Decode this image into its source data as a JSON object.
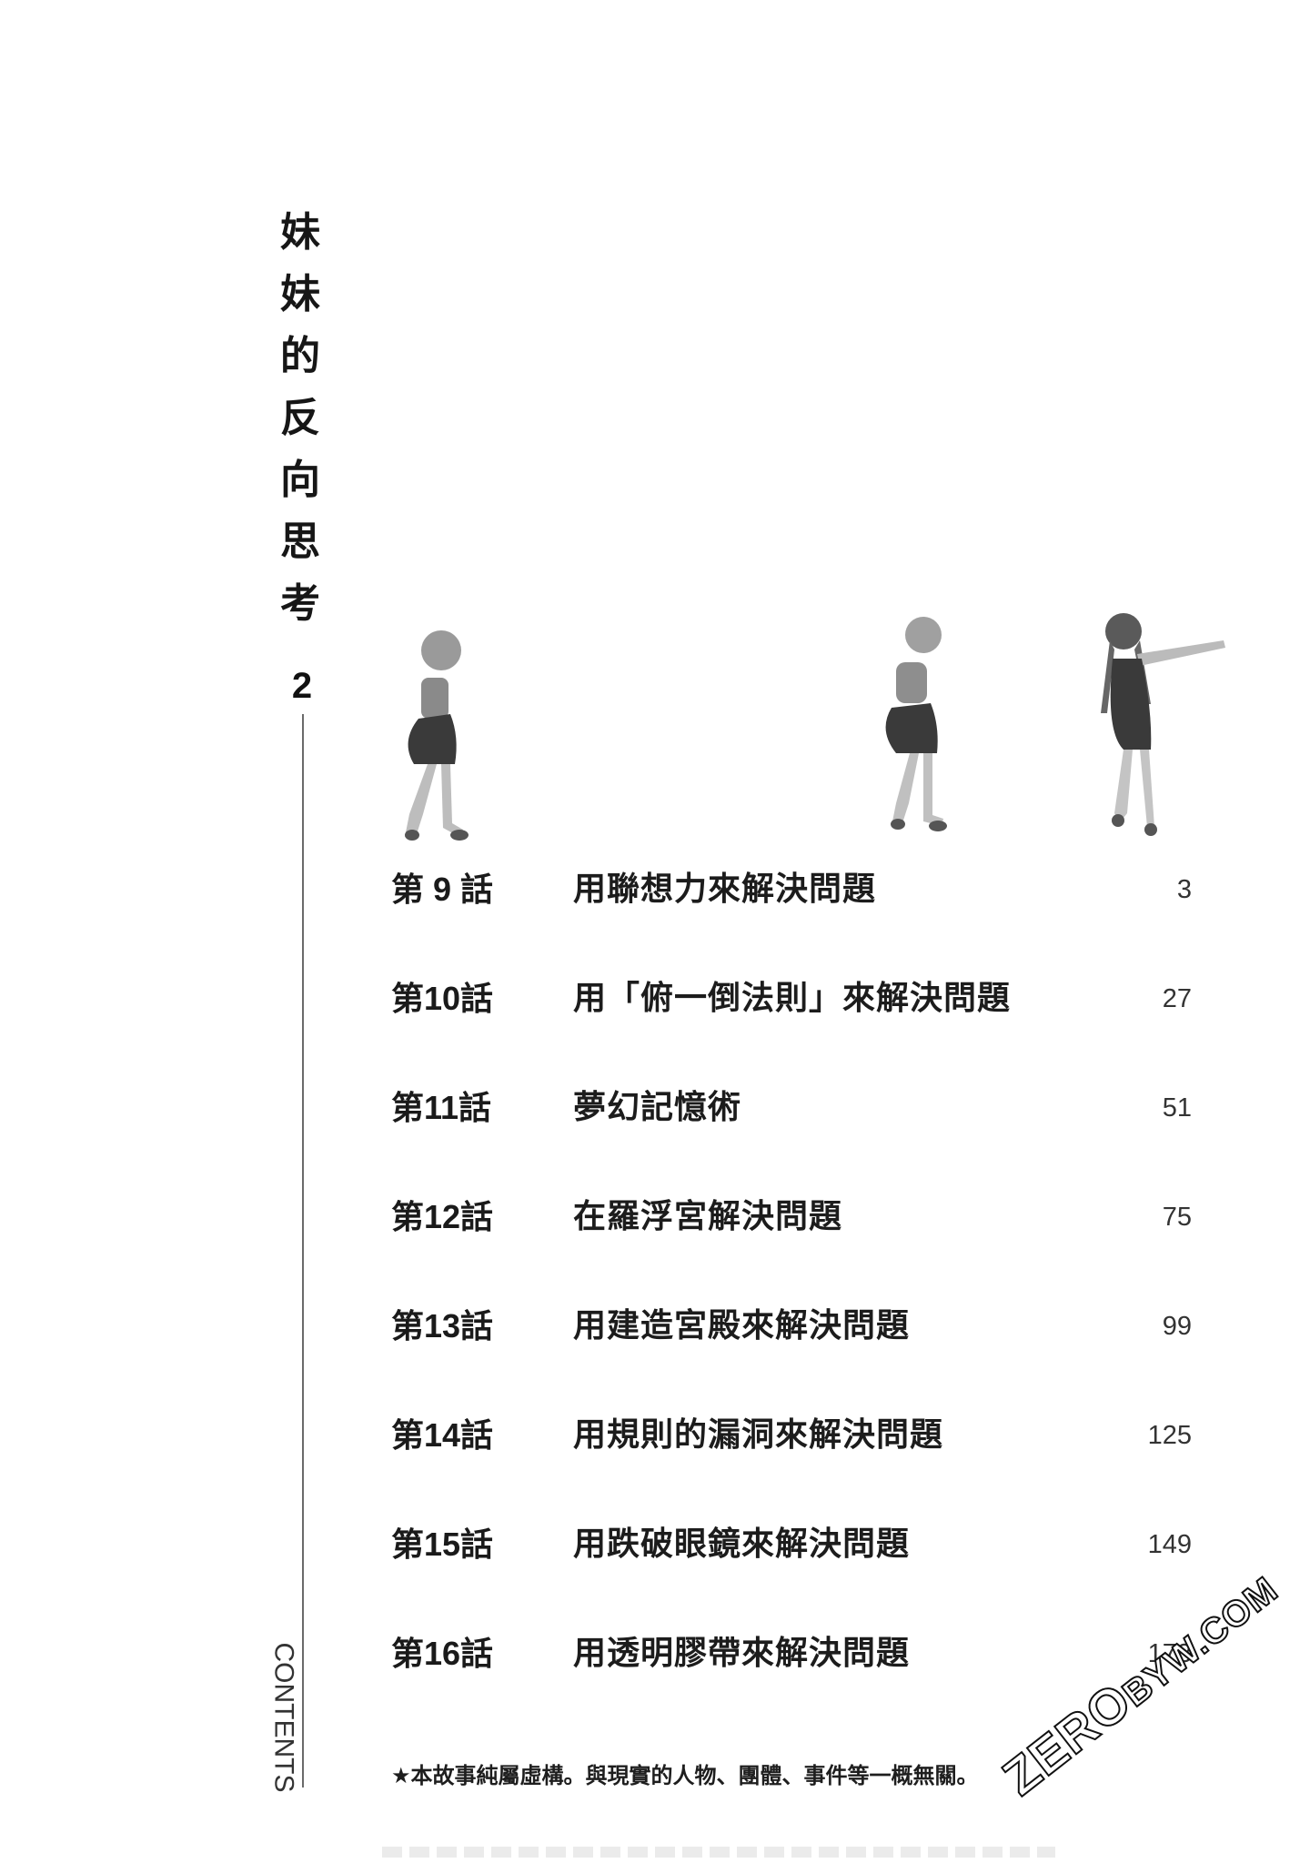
{
  "book": {
    "title_chars": [
      "妹",
      "妹",
      "的",
      "反",
      "向",
      "思",
      "考"
    ],
    "volume": "2",
    "contents_label": "CONTENTS"
  },
  "illustrations": [
    {
      "name": "girl-walking-left",
      "description": "schoolgirl with backpack walking"
    },
    {
      "name": "girl-walking-middle",
      "description": "short-haired schoolgirl with backpack walking"
    },
    {
      "name": "girl-pointing-right",
      "description": "long-haired schoolgirl pointing"
    }
  ],
  "toc": {
    "entries": [
      {
        "episode": "第 9 話",
        "title": "用聯想力來解決問題",
        "page": "3"
      },
      {
        "episode": "第10話",
        "title": "用「俯一倒法則」來解決問題",
        "page": "27"
      },
      {
        "episode": "第11話",
        "title": "夢幻記憶術",
        "page": "51"
      },
      {
        "episode": "第12話",
        "title": "在羅浮宮解決問題",
        "page": "75"
      },
      {
        "episode": "第13話",
        "title": "用建造宮殿來解決問題",
        "page": "99"
      },
      {
        "episode": "第14話",
        "title": "用規則的漏洞來解決問題",
        "page": "125"
      },
      {
        "episode": "第15話",
        "title": "用跌破眼鏡來解決問題",
        "page": "149"
      },
      {
        "episode": "第16話",
        "title": "用透明膠帶來解決問題",
        "page": "173"
      }
    ]
  },
  "disclaimer": "★本故事純屬虛構。與現實的人物、團體、事件等一概無關。",
  "watermark": {
    "main": "ZERO",
    "small": "BYW",
    "suffix": ".COM"
  }
}
